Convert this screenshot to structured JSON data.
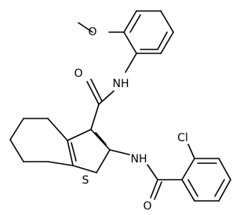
{
  "diagram": {
    "type": "chemical-structure",
    "atoms": {
      "methoxy_oxygen": "O",
      "amide_oxygen_top": "O",
      "amide_nitrogen_top": "NH",
      "sulfur": "S",
      "amide_nitrogen_bottom": "NH",
      "chlorine": "Cl",
      "amide_oxygen_bottom": "O"
    }
  }
}
